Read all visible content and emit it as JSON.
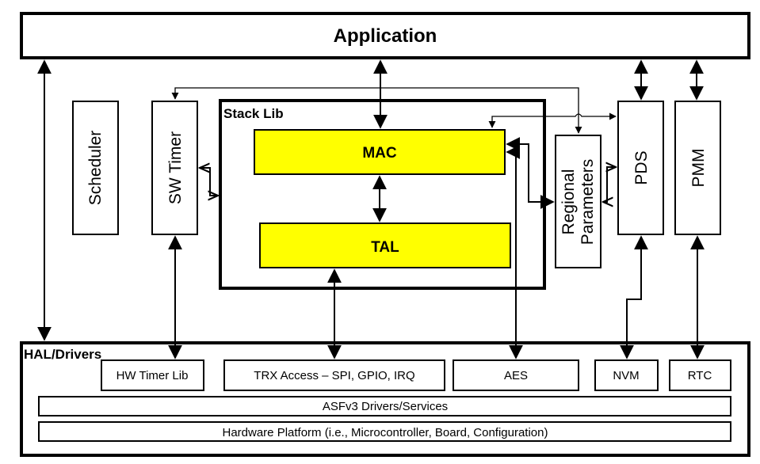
{
  "title": "Application",
  "colors": {
    "layer_fill": "#ffff00",
    "stroke": "#000000",
    "background": "#ffffff"
  },
  "stack_lib": {
    "label": "Stack Lib",
    "mac": "MAC",
    "tal": "TAL"
  },
  "modules": {
    "scheduler": "Scheduler",
    "sw_timer": "SW Timer",
    "regional_line1": "Regional",
    "regional_line2": "Parameters",
    "pds": "PDS",
    "pmm": "PMM"
  },
  "hal": {
    "label": "HAL/Drivers",
    "blocks": {
      "hw_timer": "HW Timer Lib",
      "trx": "TRX Access – SPI, GPIO, IRQ",
      "aes": "AES",
      "nvm": "NVM",
      "rtc": "RTC"
    },
    "asf": "ASFv3 Drivers/Services",
    "hardware": "Hardware Platform (i.e., Microcontroller, Board, Configuration)"
  }
}
